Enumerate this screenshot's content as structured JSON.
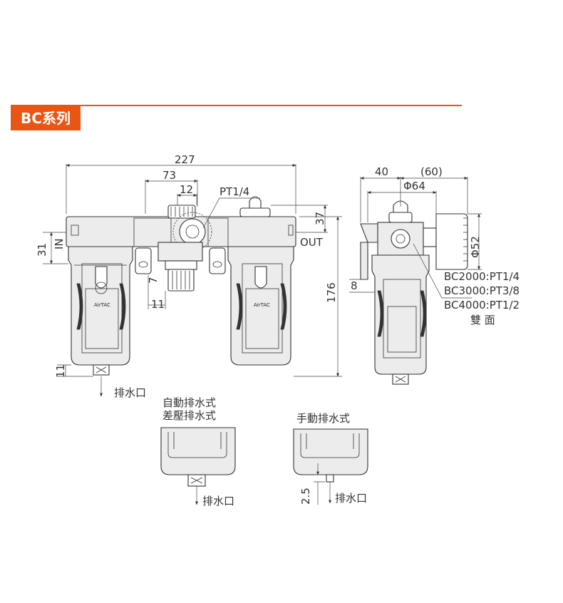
{
  "header": {
    "series_title": "BC系列",
    "accent_color": "#e95513"
  },
  "front_view": {
    "dims": {
      "overall_width": "227",
      "center_pitch": "73",
      "gauge_width": "12",
      "port_thread": "PT1/4",
      "port_height": "37",
      "inlet_height": "31",
      "side_offset": "7",
      "regulator_offset": "11",
      "total_height": "176",
      "drain_height": "11"
    },
    "labels": {
      "in": "IN",
      "out": "OUT",
      "brand": "AirTAC",
      "drain_port": "排水口"
    }
  },
  "side_view": {
    "dims": {
      "depth_front": "40",
      "depth_back": "(60)",
      "diameter_body": "Φ64",
      "diameter_gauge": "Φ52",
      "bracket_offset": "8"
    },
    "port_specs": [
      "BC2000:PT1/4",
      "BC3000:PT3/8",
      "BC4000:PT1/2"
    ],
    "double_side_note": "雙 面"
  },
  "drain_variants": {
    "auto": {
      "title_line1": "自動排水式",
      "title_line2": "差壓排水式",
      "drain_port": "排水口"
    },
    "manual": {
      "title": "手動排水式",
      "drain_port": "排水口",
      "dim": "2.5"
    }
  }
}
